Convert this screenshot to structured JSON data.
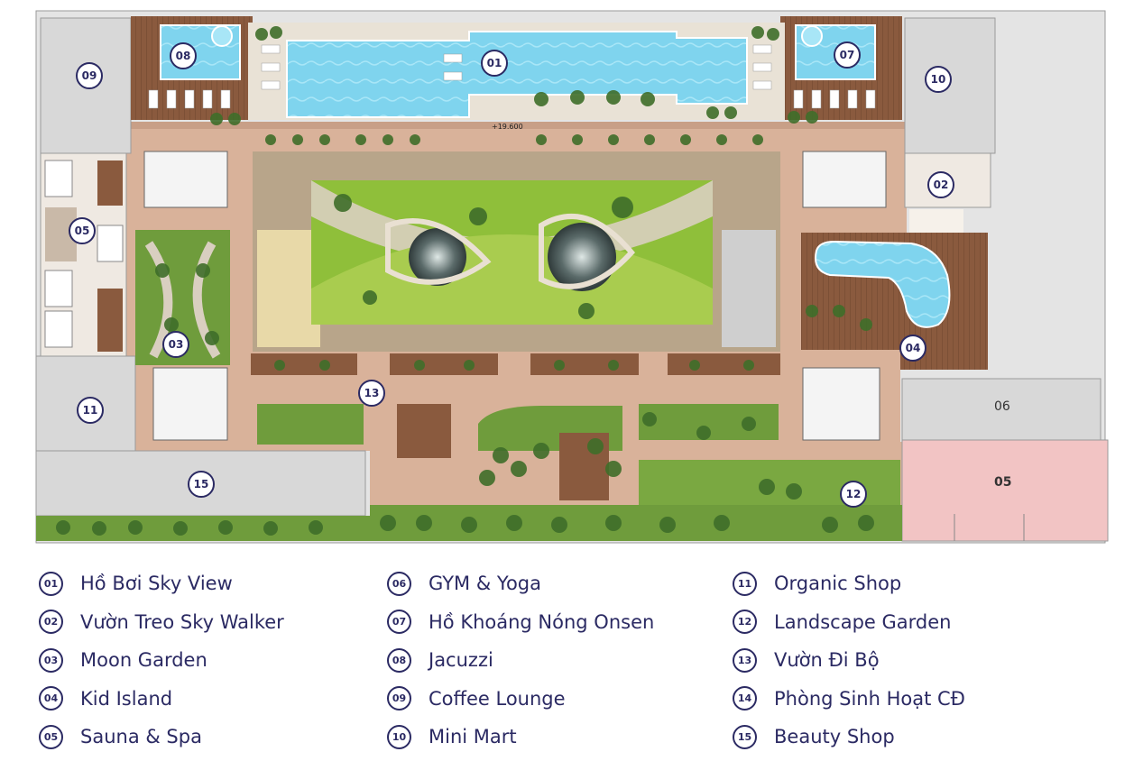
{
  "map": {
    "elevation_label": "+19.600",
    "plain_labels": {
      "area_06": "06",
      "area_14": "05"
    },
    "markers": {
      "m01": "01",
      "m02": "02",
      "m03": "03",
      "m04": "04",
      "m05": "05",
      "m07": "07",
      "m08": "08",
      "m09": "09",
      "m10": "10",
      "m11": "11",
      "m12": "12",
      "m13": "13",
      "m15": "15"
    }
  },
  "legend": [
    {
      "num": "01",
      "label": "Hồ Bơi Sky View"
    },
    {
      "num": "02",
      "label": "Vườn Treo Sky Walker"
    },
    {
      "num": "03",
      "label": "Moon Garden"
    },
    {
      "num": "04",
      "label": "Kid Island"
    },
    {
      "num": "05",
      "label": "Sauna & Spa"
    },
    {
      "num": "06",
      "label": "GYM & Yoga"
    },
    {
      "num": "07",
      "label": "Hồ Khoáng Nóng Onsen"
    },
    {
      "num": "08",
      "label": "Jacuzzi"
    },
    {
      "num": "09",
      "label": "Coffee Lounge"
    },
    {
      "num": "10",
      "label": "Mini Mart"
    },
    {
      "num": "11",
      "label": "Organic Shop"
    },
    {
      "num": "12",
      "label": "Landscape Garden"
    },
    {
      "num": "13",
      "label": "Vườn Đi Bộ"
    },
    {
      "num": "14",
      "label": "Phòng Sinh Hoạt CĐ"
    },
    {
      "num": "15",
      "label": "Beauty Shop"
    }
  ],
  "colors": {
    "deck": "#d9b29a",
    "wood": "#8a5a3e",
    "pool": "#7fd4ee",
    "grass": "#6f9c3c",
    "shop": "#d8d8d8",
    "pink_room": "#f2c4c4",
    "marker": "#2b2a63"
  }
}
